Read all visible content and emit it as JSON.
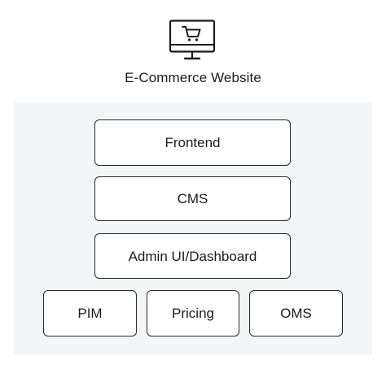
{
  "header": {
    "icon": "monitor-cart-icon",
    "title": "E-Commerce Website"
  },
  "layers": [
    {
      "label": "Frontend"
    },
    {
      "label": "CMS"
    },
    {
      "label": "Admin UI/Dashboard"
    }
  ],
  "services": [
    {
      "label": "PIM"
    },
    {
      "label": "Pricing"
    },
    {
      "label": "OMS"
    }
  ],
  "colors": {
    "panel_background": "#f4f5f9",
    "box_border": "#2a2a2a",
    "text": "#1c1c1c"
  }
}
